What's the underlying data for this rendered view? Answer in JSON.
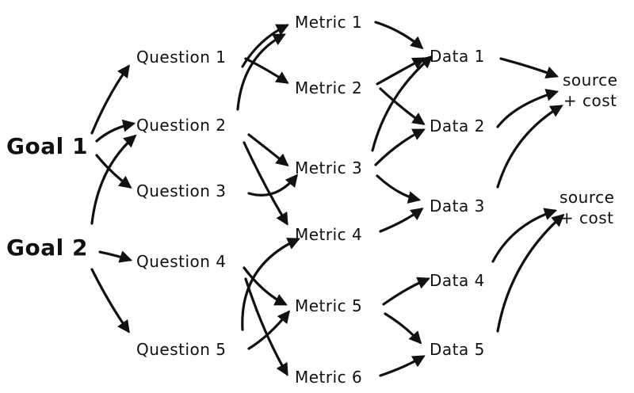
{
  "goals": [
    "Goal 1",
    "Goal 2"
  ],
  "questions": [
    "Question 1",
    "Question 2",
    "Question 3",
    "Question 4",
    "Question 5"
  ],
  "metrics": [
    "Metric 1",
    "Metric 2",
    "Metric 3",
    "Metric 4",
    "Metric 5",
    "Metric 6"
  ],
  "data": [
    "Data 1",
    "Data 2",
    "Data 3",
    "Data 4",
    "Data 5"
  ],
  "sources": [
    {
      "line1": "source",
      "line2": "+ cost"
    },
    {
      "line1": "source",
      "line2": "+ cost"
    }
  ],
  "arrow_color": "#111111"
}
